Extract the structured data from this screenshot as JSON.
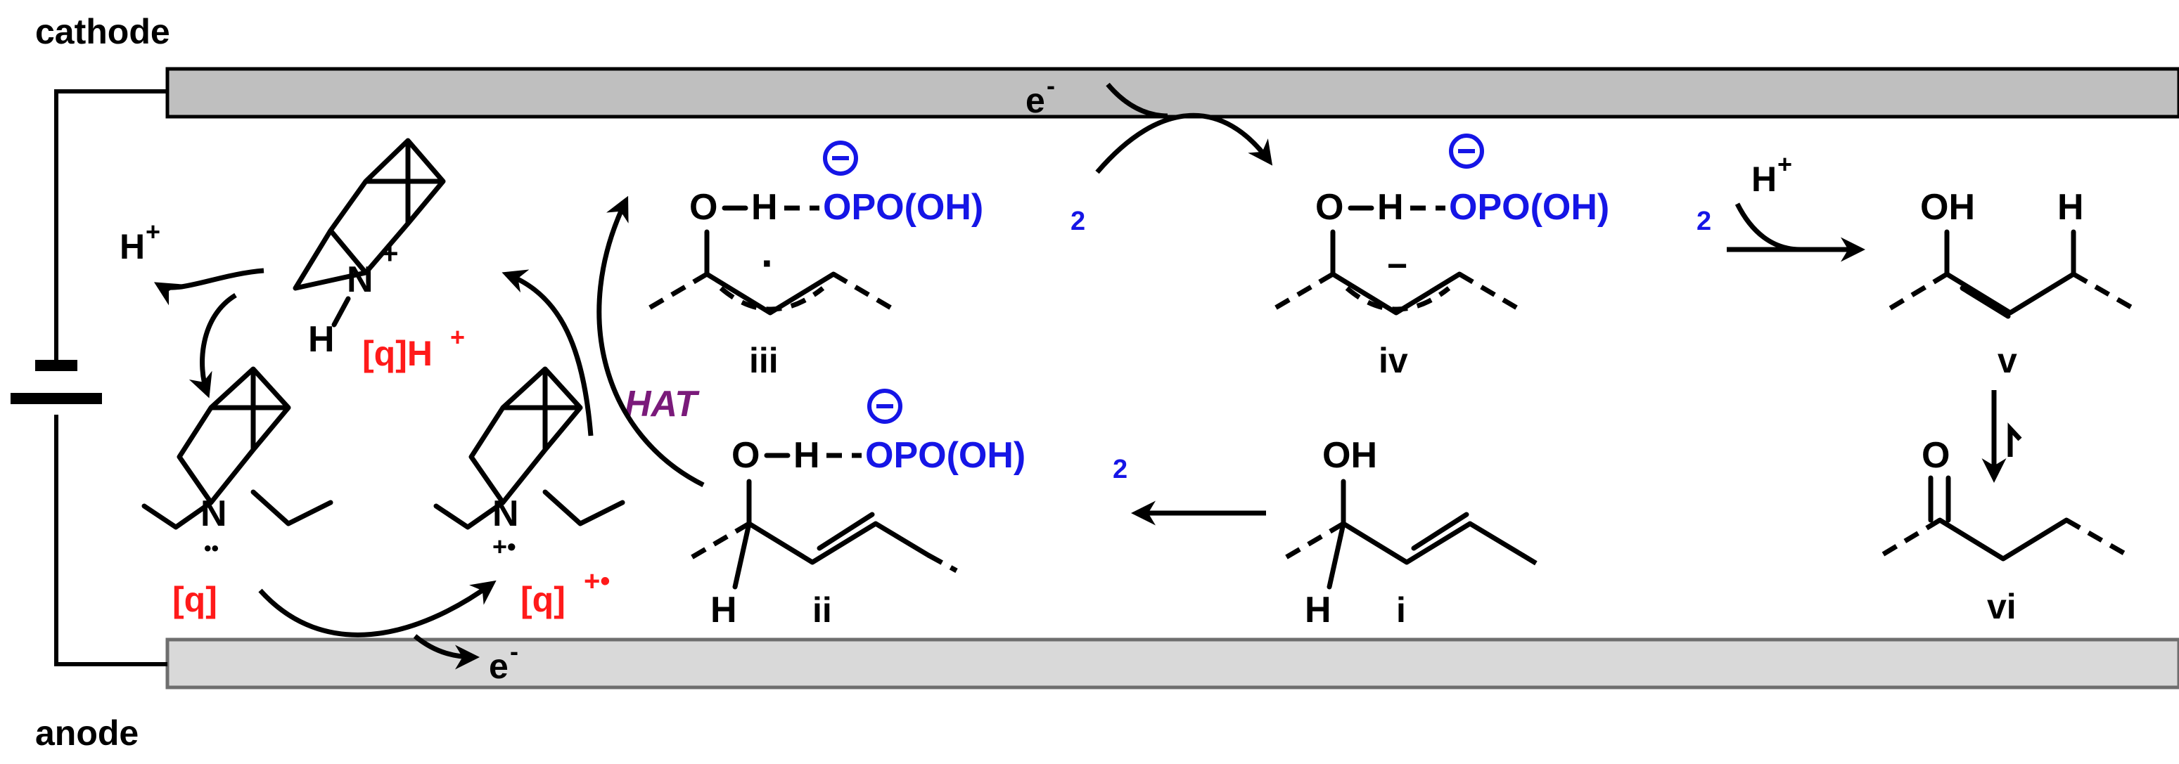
{
  "electrodes": {
    "cathode_label": "cathode",
    "anode_label": "anode",
    "cathode_color": "#bfbfbf",
    "anode_color": "#d9d9d9",
    "electron_cathode": "e",
    "electron_anode": "e",
    "electron_sup": "-"
  },
  "catalyst": {
    "q_label": "[q]",
    "q_radical_label": "[q]",
    "q_radical_sup": "+•",
    "qH_label": "[q]H",
    "qH_sup": "+",
    "N": "N",
    "H": "H",
    "plus": "+",
    "lone_pair": "••",
    "radical_plus": "+•",
    "proton_label": "H",
    "proton_sup": "+"
  },
  "mechanism": {
    "hat_label": "HAT",
    "phosphate": "OPO(OH)",
    "phosphate_sub": "2",
    "anion_symbol": "−",
    "O_H": "O–H",
    "OH": "OH",
    "O": "O",
    "H": "H",
    "radical_dot": "·",
    "anion_charge": "−",
    "proton_label": "H",
    "proton_sup": "+"
  },
  "compounds": {
    "i": "i",
    "ii": "ii",
    "iii": "iii",
    "iv": "iv",
    "v": "v",
    "vi": "vi"
  },
  "colors": {
    "catalyst_label": "#ff1a1a",
    "phosphate": "#1515e6",
    "hat": "#7a1a7a"
  }
}
